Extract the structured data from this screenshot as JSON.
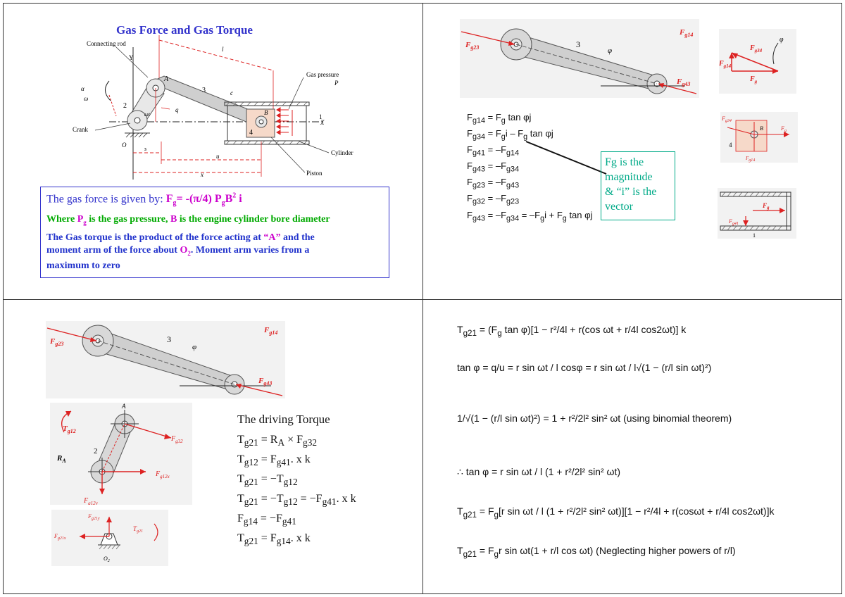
{
  "colors": {
    "title_blue": "#3333cc",
    "magenta": "#cc00cc",
    "green": "#00aa00",
    "teal": "#00aa88",
    "force_red": "#dd2222",
    "rod_gray": "#cfcfcf",
    "text_blue": "#2233cc"
  },
  "q1": {
    "title": "Gas Force and Gas Torque",
    "labels": {
      "connecting_rod": "Connecting rod",
      "crank": "Crank",
      "gas_pressure": "Gas pressure",
      "pg": "P",
      "pg_sub": "g",
      "cylinder": "Cylinder",
      "piston": "Piston",
      "y": "Y",
      "x": "X",
      "a": "A",
      "b": "B",
      "o2": "O",
      "o2_sub": "2",
      "l": "l",
      "three": "3",
      "two": "2",
      "four": "4",
      "one": "1",
      "c": "c",
      "q": "q",
      "u": "u",
      "xdim": "x",
      "s": "s",
      "omega_t": "ωt",
      "alpha": "α",
      "omega": "ω",
      "sub2": "2"
    },
    "box": {
      "line1_pre": "The gas force is given by: ",
      "line1_eq": "F",
      "line1_eq_sub": "g",
      "line1_eq_rest": "= -(π/4) P",
      "line1_eq_sub2": "g",
      "line1_eq_end": "B",
      "line1_eq_sup": "2",
      "line1_eq_i": " i",
      "line2_pre": "Where ",
      "line2_p": "P",
      "line2_psub": "g",
      "line2_mid": " is the gas pressure, ",
      "line2_b": "B",
      "line2_end": " is the engine cylinder bore diameter",
      "line3a": "The Gas torque is the product of the force acting at ",
      "line3_a": "“A”",
      "line3b": " and the",
      "line4a": "moment arm of the force about ",
      "line4_o": "O",
      "line4_osub": "2",
      "line4b": ". Moment arm varies from a",
      "line5": "maximum to zero"
    }
  },
  "q2": {
    "labels": {
      "fg23": "F",
      "fg23_sub": "g23",
      "fg14": "F",
      "fg14_sub": "g14",
      "fg43": "F",
      "fg43_sub": "g43",
      "fg34": "F",
      "fg34_sub": "g34",
      "fg": "F",
      "fg_sub": "g",
      "three": "3",
      "phi": "φ",
      "b": "B",
      "four": "4",
      "fg41": "F",
      "fg41_sub": "g41",
      "one": "1"
    },
    "equations": [
      "F<sub>g14</sub> = F<sub>g</sub> tan φj",
      "F<sub>g34</sub> = F<sub>g</sub>i – F<sub>g</sub> tan φj",
      "F<sub>g41</sub> = –F<sub>g14</sub>",
      "F<sub>g43</sub> = –F<sub>g34</sub>",
      "F<sub>g23</sub> = –F<sub>g43</sub>",
      "F<sub>g32</sub> = –F<sub>g23</sub>",
      "F<sub>g43</sub> = –F<sub>g34</sub> = –F<sub>g</sub>i + F<sub>g</sub> tan φj"
    ],
    "note": [
      "Fg is the",
      "magnitude",
      "& “i” is the",
      "vector"
    ]
  },
  "q3": {
    "labels": {
      "fg23": "F",
      "fg23_sub": "g23",
      "fg14": "F",
      "fg14_sub": "g14",
      "fg43": "F",
      "fg43_sub": "g43",
      "three": "3",
      "phi": "φ",
      "a": "A",
      "two": "2",
      "tg12": "T",
      "tg12_sub": "g12",
      "ra": "R",
      "ra_sub": "A",
      "fg32": "F",
      "fg32_sub": "g32",
      "fg12x": "F",
      "fg12x_sub": "g12x",
      "fg12y": "F",
      "fg12y_sub": "g12y",
      "fg21y": "F",
      "fg21y_sub": "g21y",
      "fg21x": "F",
      "fg21x_sub": "g21x",
      "tg21": "T",
      "tg21_sub": "g21",
      "o2": "O",
      "o2_sub": "2"
    },
    "heading": "The driving Torque",
    "equations": [
      "T<sub>g21</sub> = R<sub>A</sub> × F<sub>g32</sub>",
      "T<sub>g12</sub> = F<sub>g41</sub>. x k",
      "T<sub>g21</sub> = −T<sub>g12</sub>",
      "T<sub>g21</sub> = −T<sub>g12</sub> = −F<sub>g41</sub>. x k",
      "F<sub>g14</sub> = −F<sub>g41</sub>",
      "T<sub>g21</sub> = F<sub>g14</sub>. x k"
    ]
  },
  "q4": {
    "eq1": "T<sub>g21</sub> = (F<sub>g</sub> tan φ)[1 − r²/4l + r(cos ωt + r/4l cos2ωt)] k",
    "eq2": "tan φ = q/u = r sin ωt / l cosφ = r sin ωt / l√(1 − (r/l sin ωt)²)",
    "eq3": "1/√(1 − (r/l sin ωt)²) = 1 + r²/2l² sin² ωt   (using binomial theorem)",
    "eq4": "∴  tan φ = r sin ωt / l (1 + r²/2l² sin² ωt)",
    "eq5": "T<sub>g21</sub> = F<sub>g</sub>[r sin ωt / l (1 + r²/2l² sin² ωt)][1 − r²/4l + r(cosωt + r/4l cos2ωt)]k",
    "eq6": "T<sub>g21</sub> = F<sub>g</sub>r sin ωt(1 + r/l cos ωt)   (Neglecting higher powers of r/l)",
    "t": "T",
    "g21": "g21",
    "eqsign": "=",
    "fg_open": "(F",
    "g": "g",
    "tanphi_close": " tan φ)",
    "one_minus": "1 −",
    "r2": "r",
    "two": "2",
    "four_l": "4l",
    "plus_r": "+ r(cos ωt +",
    "r": "r",
    "cos2": "cos2ωt)",
    "k": "k",
    "tanphi": "tan φ =",
    "q": "q",
    "u": "u",
    "rsinwt": "r sin ωt",
    "lcosphi": "l cosφ",
    "l": "l",
    "one_minus_paren": "1 −",
    "sinwt": "sin ωt",
    "one": "1",
    "one_plus": "= 1 +",
    "two_l2": "2l",
    "sin2wt": "sin",
    "sq": "2",
    "wt": " ωt",
    "binomial": "(using binomial theorem)",
    "therefore": "∴",
    "one_plus_paren": "(1 +",
    "close_paren": ")",
    "fg_F": "F",
    "cos_wt_close": "cos ωt)",
    "cos_wt2": "cos ωt +",
    "rsin": "r sin ωt",
    "one_plus_bare": "1 +",
    "neglecting": "(Neglecting higher powers of"
  }
}
